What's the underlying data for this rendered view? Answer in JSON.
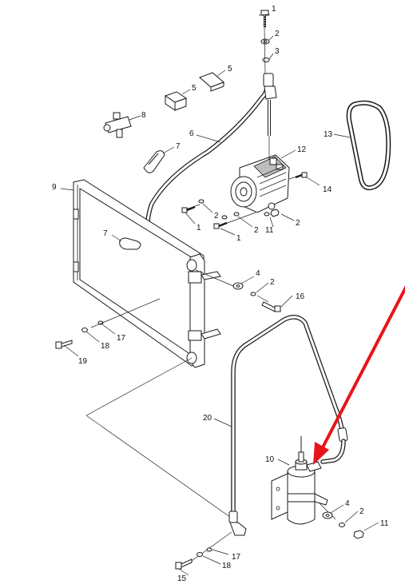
{
  "callouts": [
    {
      "id": "c1a",
      "label": "1"
    },
    {
      "id": "c2a",
      "label": "2"
    },
    {
      "id": "c3",
      "label": "3"
    },
    {
      "id": "c5a",
      "label": "5"
    },
    {
      "id": "c5b",
      "label": "5"
    },
    {
      "id": "c8",
      "label": "8"
    },
    {
      "id": "c6",
      "label": "6"
    },
    {
      "id": "c7a",
      "label": "7"
    },
    {
      "id": "c12",
      "label": "12"
    },
    {
      "id": "c13",
      "label": "13"
    },
    {
      "id": "c14",
      "label": "14"
    },
    {
      "id": "c9",
      "label": "9"
    },
    {
      "id": "c2b",
      "label": "2"
    },
    {
      "id": "c1b",
      "label": "1"
    },
    {
      "id": "c2c",
      "label": "2"
    },
    {
      "id": "c1c",
      "label": "1"
    },
    {
      "id": "c11a",
      "label": "11"
    },
    {
      "id": "c2d",
      "label": "2"
    },
    {
      "id": "c7b",
      "label": "7"
    },
    {
      "id": "c4a",
      "label": "4"
    },
    {
      "id": "c2e",
      "label": "2"
    },
    {
      "id": "c16",
      "label": "16"
    },
    {
      "id": "c17a",
      "label": "17"
    },
    {
      "id": "c18a",
      "label": "18"
    },
    {
      "id": "c19",
      "label": "19"
    },
    {
      "id": "c20",
      "label": "20"
    },
    {
      "id": "c10",
      "label": "10"
    },
    {
      "id": "c4b",
      "label": "4"
    },
    {
      "id": "c2f",
      "label": "2"
    },
    {
      "id": "c11b",
      "label": "11"
    },
    {
      "id": "c17b",
      "label": "17"
    },
    {
      "id": "c18b",
      "label": "18"
    },
    {
      "id": "c15",
      "label": "15"
    }
  ],
  "highlight": {
    "color": "#e8141b",
    "target_callout": "10"
  }
}
